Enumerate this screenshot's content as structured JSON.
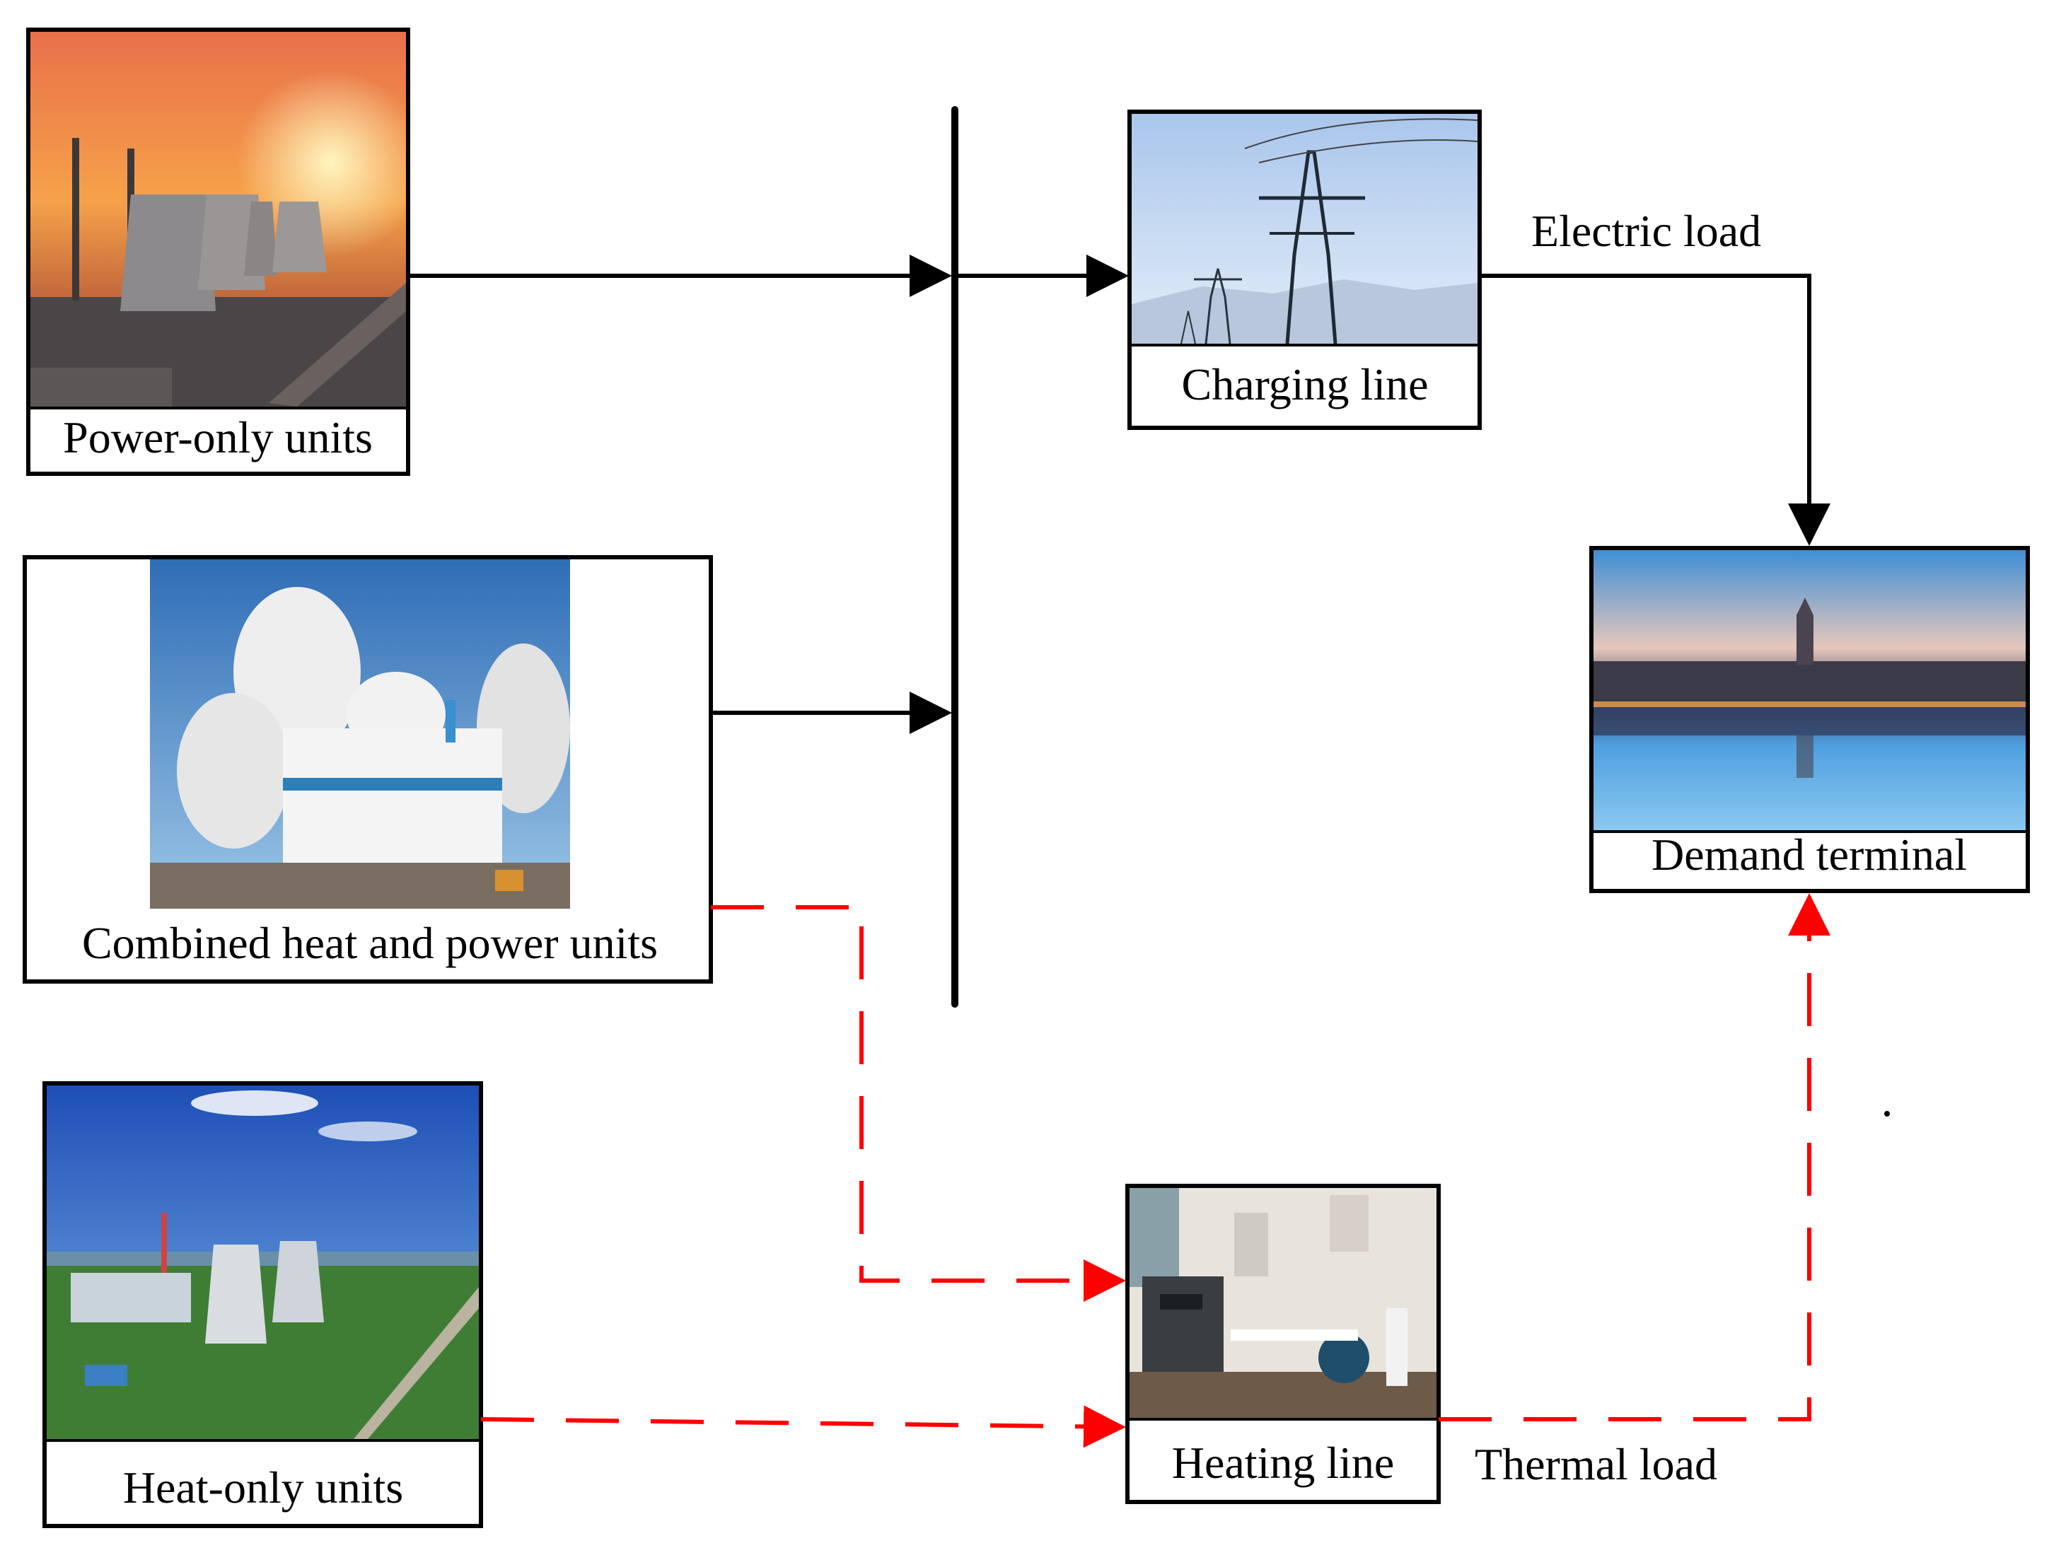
{
  "nodes": {
    "power_only": {
      "label": "Power-only units"
    },
    "chp": {
      "label": "Combined heat and power units"
    },
    "heat_only": {
      "label": "Heat-only units"
    },
    "charging": {
      "label": "Charging line"
    },
    "heating": {
      "label": "Heating line"
    },
    "demand": {
      "label": "Demand terminal"
    }
  },
  "edge_labels": {
    "electric": "Electric load",
    "thermal": "Thermal load"
  },
  "colors": {
    "electric_flow": "#000000",
    "thermal_flow": "#ff0000"
  }
}
